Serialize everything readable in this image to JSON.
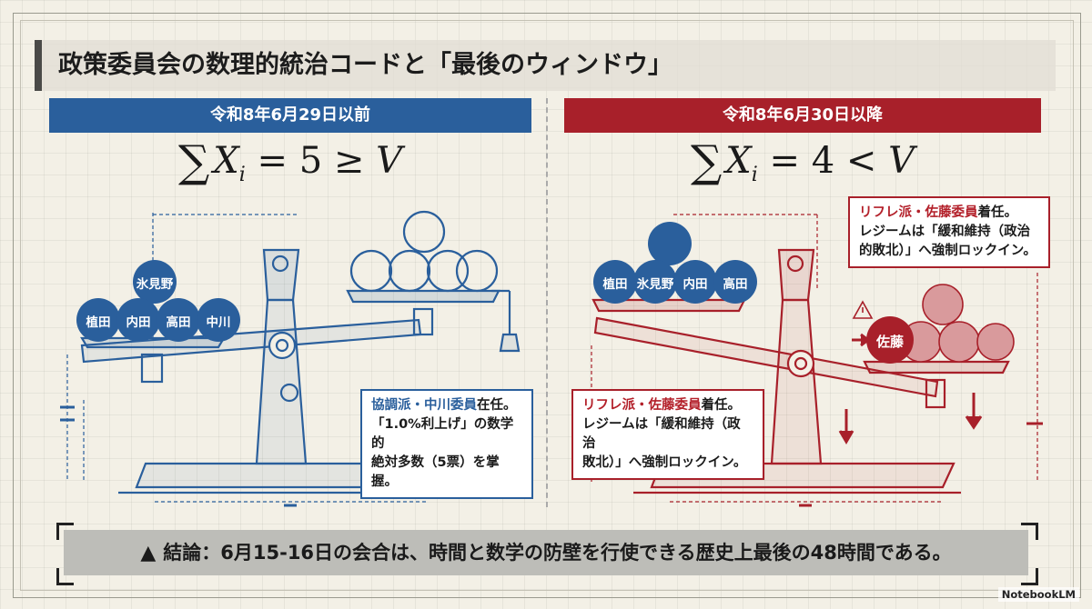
{
  "title": "政策委員会の数理的統治コードと「最後のウィンドウ」",
  "left_panel": {
    "header": "令和8年6月29日以前",
    "formula": {
      "lhs": "X",
      "sub": "i",
      "rel1": "=",
      "value": "5",
      "rel2": "≥",
      "rhs": "V"
    },
    "balls": [
      "氷見野",
      "植田",
      "内田",
      "高田",
      "中川"
    ],
    "note": {
      "part1": "協調派・中川委員",
      "part2": "在任。",
      "line2": "「1.0%利上げ」の数学的",
      "line3": "絶対多数（5票）を掌握。"
    }
  },
  "right_panel": {
    "header": "令和8年6月30日以降",
    "formula": {
      "lhs": "X",
      "sub": "i",
      "rel1": "=",
      "value": "4",
      "rel2": "<",
      "rhs": "V"
    },
    "balls": [
      "植田",
      "氷見野",
      "内田",
      "高田"
    ],
    "new_ball": "佐藤",
    "note_lower": {
      "part1": "リフレ派・佐藤委員",
      "part2": "着任。",
      "line2": "レジームは「緩和維持（政治",
      "line3": "敗北）」へ強制ロックイン。"
    },
    "note_upper": {
      "part1": "リフレ派・佐藤委員",
      "part2": "着任。",
      "line2": "レジームは「緩和維持（政治",
      "line3": "的敗北）」へ強制ロックイン。"
    }
  },
  "conclusion": {
    "icon": "warning-icon",
    "text": "結論：6月15-16日の会合は、時間と数学の防壁を行使できる歴史上最後の48時間である。"
  },
  "brand": "NotebookLM",
  "colors": {
    "blue": "#2a5f9c",
    "red": "#a8202a",
    "ball_blue": "#2a5f9c",
    "ball_pink": "#d99a9c"
  }
}
